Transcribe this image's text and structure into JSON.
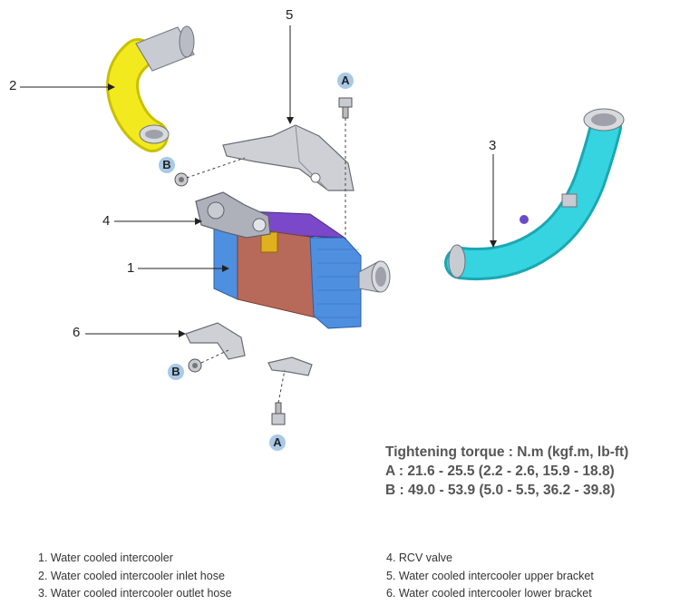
{
  "callouts": [
    "1",
    "2",
    "3",
    "4",
    "5",
    "6"
  ],
  "fastener_labels": {
    "A": "A",
    "B": "B"
  },
  "torque": {
    "heading": "Tightening torque : N.m (kgf.m, lb-ft)",
    "line_a": "A : 21.6 - 25.5 (2.2 - 2.6, 15.9 - 18.8)",
    "line_b": "B : 49.0 - 53.9 (5.0 - 5.5, 36.2 - 39.8)"
  },
  "legend": [
    "1. Water cooled intercooler",
    "2. Water cooled intercooler inlet hose",
    "3. Water cooled intercooler outlet hose",
    "4. RCV valve",
    "5. Water cooled intercooler upper bracket",
    "6. Water cooled intercooler lower bracket"
  ],
  "colors": {
    "inlet_hose": "#f2ea1e",
    "outlet_hose": "#35d4e0",
    "intercooler_body": "#4f8fe0",
    "intercooler_core": "#b86a5a",
    "intercooler_top": "#7a48c8",
    "fastener_badge": "#a9c9e6"
  }
}
